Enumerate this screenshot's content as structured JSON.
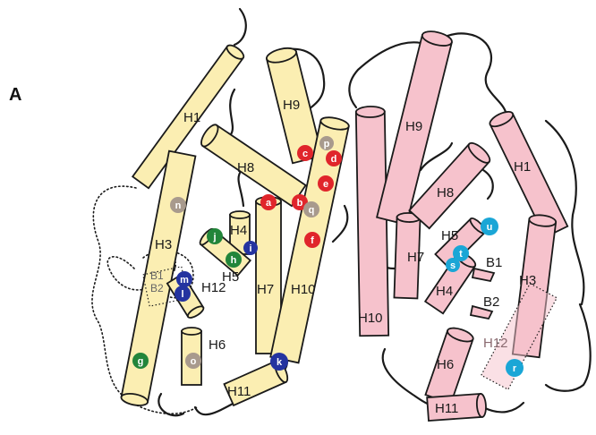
{
  "panel_label": "A",
  "colors": {
    "yellow_helix": "#fbeeb2",
    "pink_helix": "#f6c2cc",
    "red": "#e0252b",
    "gray": "#a89a8d",
    "navy": "#2433a0",
    "green": "#22853a",
    "cyan": "#1aa6d6",
    "outline": "#1a1a1a"
  },
  "left_helix_labels": {
    "H1": "H1",
    "H3": "H3",
    "H4": "H4",
    "H5": "H5",
    "H6": "H6",
    "H7": "H7",
    "H8": "H8",
    "H9": "H9",
    "H10": "H10",
    "H11": "H11",
    "H12": "H12",
    "B1": "B1",
    "B2": "B2"
  },
  "right_helix_labels": {
    "H1": "H1",
    "H3": "H3",
    "H4": "H4",
    "H5": "H5",
    "H6": "H6",
    "H7": "H7",
    "H8": "H8",
    "H9": "H9",
    "H10": "H10",
    "H11": "H11",
    "H12": "H12",
    "B1": "B1",
    "B2": "B2"
  },
  "markers": {
    "a": "a",
    "b": "b",
    "c": "c",
    "d": "d",
    "e": "e",
    "f": "f",
    "g": "g",
    "h": "h",
    "i": "i",
    "j": "j",
    "k": "k",
    "l": "l",
    "m": "m",
    "n": "n",
    "o": "o",
    "p": "p",
    "q": "q",
    "r": "r",
    "s": "s",
    "t": "t",
    "u": "u"
  }
}
